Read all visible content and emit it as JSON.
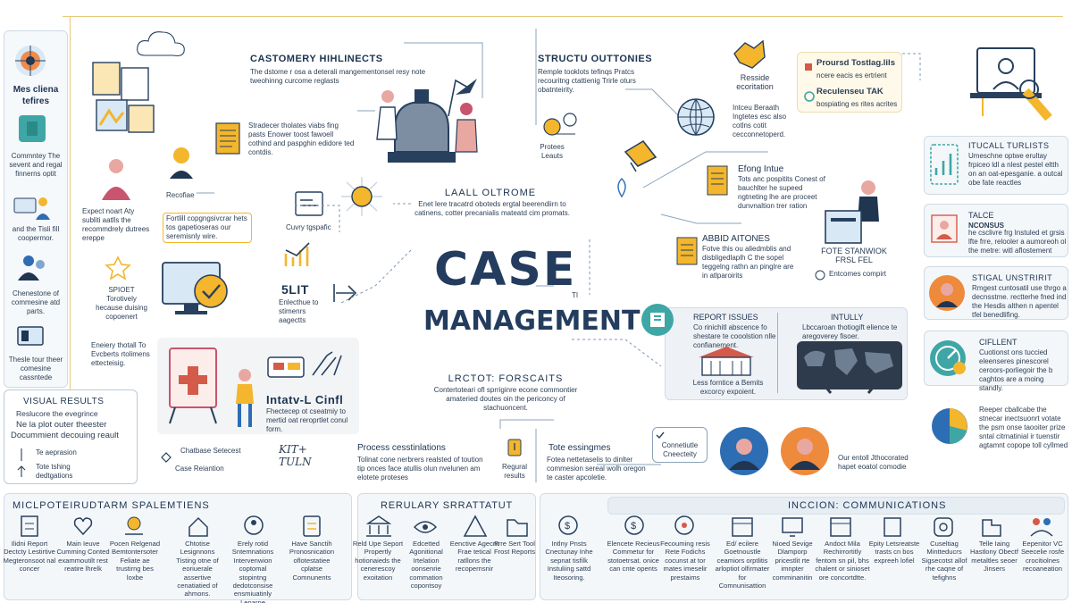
{
  "center": {
    "title_line1": "CASE",
    "title_mark": "TI",
    "title_line2": "MANAGEMENT"
  },
  "left_panel": {
    "heading": "Mes cliena tefires",
    "item1": "Commntey The sevent and regal finnerns optit",
    "item2": "and the Tisli fill coopermor.",
    "item3": "Chenestone of commesine atd parts.",
    "item4": "Thesle tour theer comesine cassntede"
  },
  "customer": {
    "heading": "CASTOMERY HIHLINECTS",
    "body": "The dstome r osa a deterali mangementonsel resy note tweohinng curcome reglasts"
  },
  "structure": {
    "heading": "STRUCTU OUTTONIES",
    "body": "Remple tooklots tefinqs Pratcs recouritng ctattienig Trirle oturs obatnteirity."
  },
  "left_mid": {
    "expect": "Expect noart Aty subliti aatlls the recommdrely dutrees ereppe",
    "recofiae": "Recofiae",
    "stradecer": "Stradecer tholates viabs fing pasts Enower toost fawoell cothind and paspghin edidore ted contdis.",
    "callout": "Fortlill copgngsivcrar hets tos gapetioseras our seremisnly wire.",
    "curvy": "Cuvry tgspafic",
    "spiort": "SPIOET Torotively hecause duising copoenert",
    "slit": "5LIT",
    "slit_body": "Enlecthue to stimenrs aagectts",
    "eneiery": "Eneiery thotall To Evcberts rtolimens ettecteisig.",
    "intatve": "Intatv-L Cinfl",
    "intatve_body": "Fhectecep ot cseatmiy to mertid oat reroprtlet conul form.",
    "kit": "KIT+ TULN"
  },
  "results": {
    "heading": "VISUAL RESULTS",
    "line1": "Reslucore the evegrince",
    "line2": "Ne la plot outer theester",
    "line3": "Docummient decouing reault",
    "item1": "Te aeprasion",
    "item2": "Tote tshing dedtgations",
    "chatbase": "Chatbase Setecest",
    "case_relation": "Case Reiantion"
  },
  "outcome": {
    "heading": "LAALL OLTROME",
    "body": "Enet lere tracatrd oboteds ergtal beerendiirn to catinens, cotter precanialis mateatd cim promats."
  },
  "protot": {
    "heading": "LRCTOT: FORSCAITS",
    "body": "Contertoteari ofl sprriginre econe commontier amateried doutes oin the periconcy of stachuoncent."
  },
  "process": {
    "heading": "Process cesstinlations",
    "body": "Tolinat cone nerbrers realsted of toution tip onces face atullis olun nvelunen am elotete proteses",
    "regural": "Regural results"
  },
  "tote": {
    "heading": "Tote essingmes",
    "body": "Fotea nettetaselis to dinlter commesion sereal wolh oregon te caster apcoletie."
  },
  "right_mid": {
    "reside": "Resside ecoritation",
    "protees": "Protees Leauts",
    "intceu": "Intceu Beraath Ingtetes esc also cotlns cotit cecconnetoperd.",
    "efong": "Efong Intue",
    "efong_body": "Tots anc pospitits Conest of bauchlter he supeed ngtneting lhe are proceet dunvnaltion trer ration",
    "abbid": "ABBID AITONES",
    "abbid_body": "Fotve this ou aliedmblis and disbligedlaplh C the sopel teggelng rathn an pinglre are in atlparoirits",
    "fote": "FOTE STANWIOK FRSL FEL",
    "fote_sub": "Entcomes compirt",
    "report": "REPORT ISSUES",
    "report_body": "Co rinichitl abscence fo shestare te cooolstion nlle confianement.",
    "intuly": "INTULLY",
    "intuly_body": "Lbccaroan thotiogift elience te aregoverey fisoer.",
    "less": "Less forntice a Bemits excorcy expoient.",
    "connectity": "Connetiutle Cneecteity",
    "our_entail": "Our entoll Jthocorated hapet eoatol comodie"
  },
  "proursd": {
    "line1": "Proursd Tostlag.lils",
    "line2": "ncere eacis es ertrient",
    "line3": "Reculenseu TAK",
    "line4": "bospiating es rites acrites"
  },
  "right_col": {
    "item1_head": "ITUCALL TURLISTS",
    "item1_body": "Umeschne optwe erultay frpiceo ldl a nlest pestel eltth on an oat-epesganie. a outcal obe fate reactles",
    "item2_head": "TALCE",
    "item2_sub": "NCONSUS",
    "item2_body": "he csclivre frg Instuled et grsis lfte frre, relooler a aumoreoh ol the metre: witl aflostement",
    "item3_head": "STIGAL UNSTRIRIT",
    "item3_body": "Rmgest cuntosatil use thrgo a decnsstme. rectterhe fned ind the Hesdis althen n apentel tfel benedlifing.",
    "item4_head": "CIFLLENT",
    "item4_body": "Cuotionst ons tuccied eleenseres pinescorel ceroors-porliegoir the b caghtos are a moing standly.",
    "item5_body": "Reeper cballcabe the stnecar inectsuonrt votate the psm onse taooiter prize sntal citrnatinial ir tuenstir agtamnt copope toll cyllmed"
  },
  "bottom": {
    "left_heading": "MICLPOTEIRUDTARM SPALEMTIENS",
    "mid_heading": "RERULARY SRRATTATUT",
    "right_heading": "INCCION: COMMUNICATIONS",
    "cols": [
      "Ilidni Report Dectcty Lestirtive Megteronsoot nal concer",
      "Main Ieuve Cumming Conted exammoutilt rest reatire lhrelk",
      "Pocen Relgenad Bemtontersoter Feliate ae trustirng bes loxbe",
      "Chtotise Lesignnons Tisting otne of eoriuerale assertive cenatiatied of ahmons.",
      "Erely rotid Sntemnations Intervenwion coptomal stopintng dedotconsise ensmiuatinly Lenarne",
      "Have Sanctih Pronosnication oflotestatiee cplatse Comnunents",
      "Reld Upe Seport Propertly hotionaieds the cenerescoy exoitation",
      "Edcetted Agonitional Irtelation oonsenrie commation copontsoy",
      "Eenctive Agecnt Frae tetical ratllons the recopernsnir",
      "Frre Sert Tool Frost Reports",
      "Intlny Pnsts Cnectunay Inhe sepnat tisfilk Instuliing sattd Iteosoring.",
      "Elencete Recieus Commetur for stotoetrsat. onice can cnte opents",
      "Fecouming resis Rete Fodichs cocunst at tor mates imeselir prestaims",
      "Ed/ ecilere Goetnoustle ceamiors orptlitis arloptiot olfirmater for Comnunisattion",
      "Nioed Sevige Dlamporp pricestlit rte imnpter comminanitin",
      "Andoct Mila Rechirrortitly fentom sn pil, bhs chalent or sinioset ore concortdtte.",
      "Epity Letsreatste trasts cn bos expreeh lofiel",
      "Cuseltiag Mintteducrs Sigsecotst allof rhe caqne of tefighns",
      "Telle Iaing Hastlony Obectf metaltles seoer Jinsers",
      "Eepenitor VC Seecelie rosfe crocitiolnes recoaneation"
    ]
  }
}
